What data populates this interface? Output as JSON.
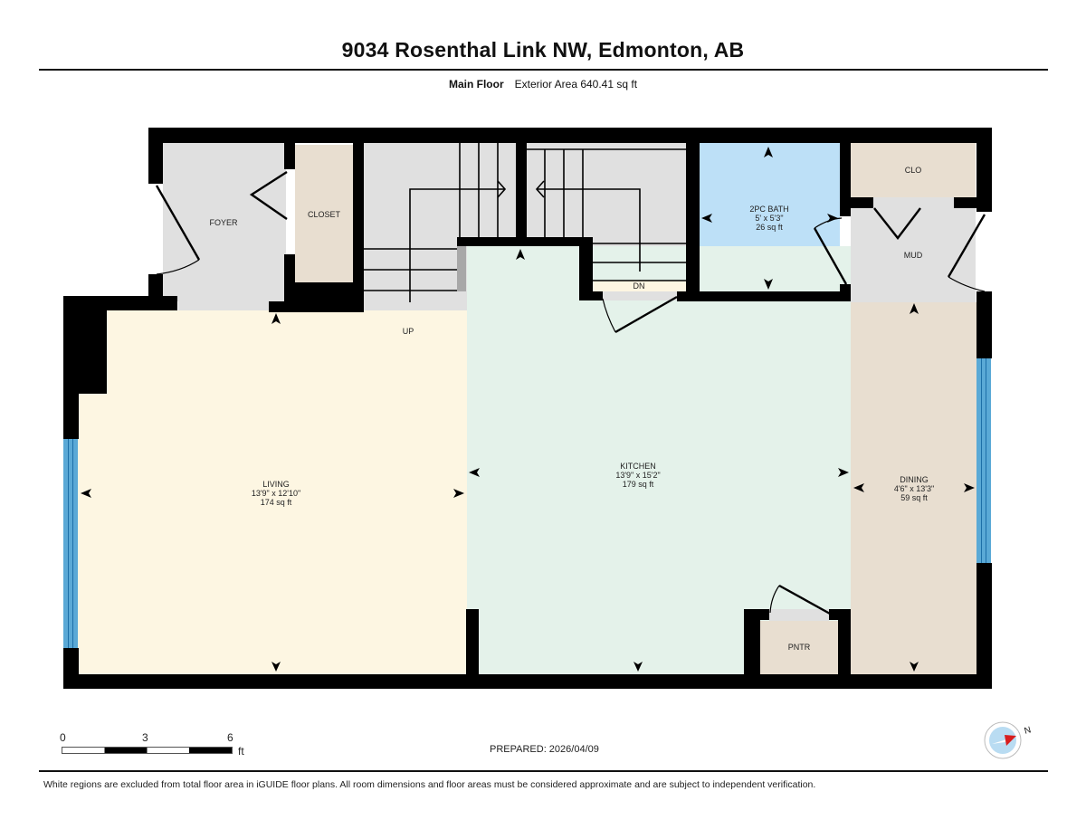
{
  "header": {
    "title": "9034 Rosenthal Link NW, Edmonton, AB",
    "floor_name": "Main Floor",
    "exterior_area": "Exterior Area 640.41 sq ft"
  },
  "rooms": {
    "foyer": {
      "name": "FOYER",
      "color": "#e0e0e0"
    },
    "closet": {
      "name": "CLOSET",
      "color": "#e8ded0"
    },
    "bath": {
      "name": "2PC BATH",
      "dims": "5' x 5'3\"",
      "area": "26 sq ft",
      "color": "#bde0f7"
    },
    "clo": {
      "name": "CLO",
      "color": "#e8ded0"
    },
    "mud": {
      "name": "MUD",
      "color": "#e0e0e0"
    },
    "living": {
      "name": "LIVING",
      "dims": "13'9\" x 12'10\"",
      "area": "174 sq ft",
      "color": "#fdf6e2"
    },
    "kitchen": {
      "name": "KITCHEN",
      "dims": "13'9\" x 15'2\"",
      "area": "179 sq ft",
      "color": "#e4f2ea"
    },
    "dining": {
      "name": "DINING",
      "dims": "4'6\" x 13'3\"",
      "area": "59 sq ft",
      "color": "#e8ded0"
    },
    "pantry": {
      "name": "PNTR",
      "color": "#e8ded0"
    }
  },
  "stairs": {
    "up_label": "UP",
    "down_label": "DN"
  },
  "scale_bar": {
    "ticks": [
      "0",
      "3",
      "6"
    ],
    "unit": "ft"
  },
  "prepared": "PREPARED: 2026/04/09",
  "compass": {
    "north_label": "N"
  },
  "disclaimer": "White regions are excluded from total floor area in iGUIDE floor plans. All room dimensions and floor areas must be considered approximate and are subject to independent verification.",
  "colors": {
    "wall": "#000000",
    "window": "#5aa9d6",
    "stair": "#e0e0e0"
  }
}
